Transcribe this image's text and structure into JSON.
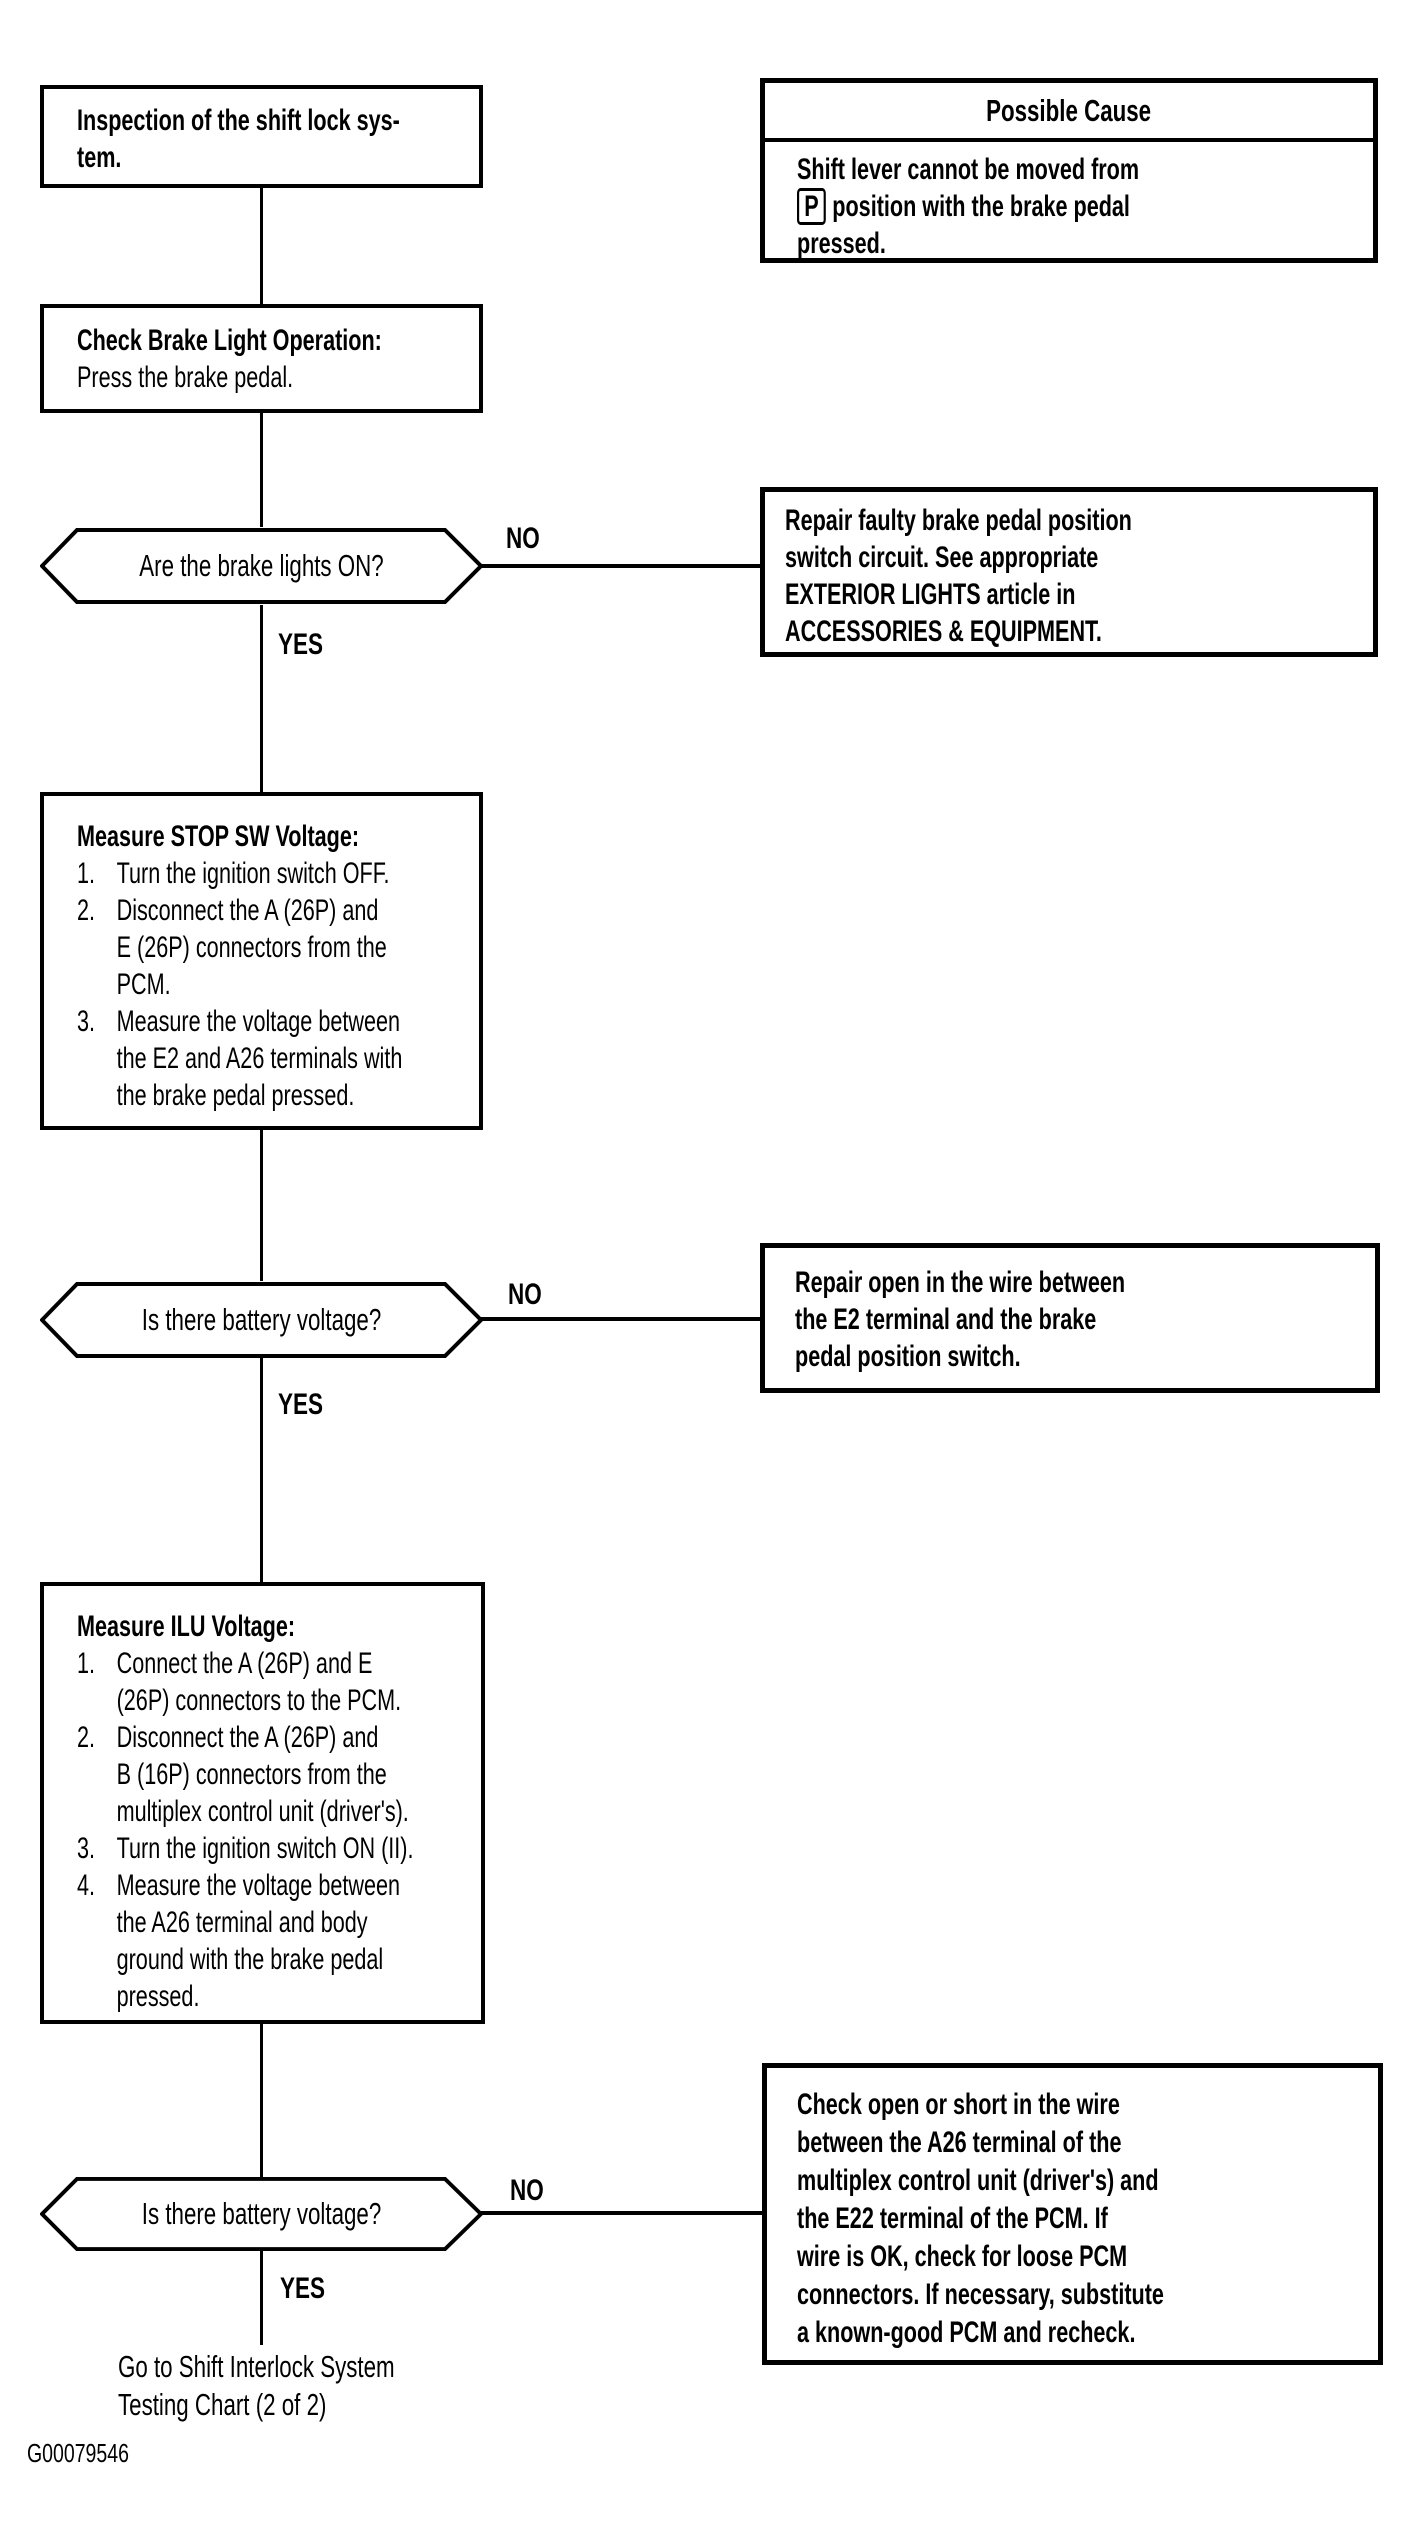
{
  "colors": {
    "ink": "#000000",
    "paper": "#ffffff"
  },
  "figure_id": "G00079546",
  "labels": {
    "no": "NO",
    "yes": "YES"
  },
  "inspection": {
    "lines": [
      "Inspection of the shift lock sys-",
      "tem."
    ]
  },
  "possible_cause": {
    "title": "Possible Cause",
    "line1": "Shift lever cannot be moved from",
    "p_symbol": "P",
    "line2_rest": "position with the brake pedal",
    "line3": "pressed."
  },
  "check_brake": {
    "title": "Check Brake Light Operation:",
    "body": "Press the brake pedal."
  },
  "decision1": {
    "question": "Are the brake lights ON?"
  },
  "repair_brake_switch": {
    "lines": [
      "Repair faulty brake pedal position",
      "switch circuit. See appropriate",
      "EXTERIOR LIGHTS article in",
      "ACCESSORIES & EQUIPMENT."
    ]
  },
  "measure_stop_sw": {
    "title": "Measure STOP SW Voltage:",
    "steps": [
      {
        "m": "1.",
        "t": "Turn the ignition switch OFF."
      },
      {
        "m": "2.",
        "t": "Disconnect the A (26P) and"
      },
      {
        "m": "",
        "t": "E (26P) connectors from the"
      },
      {
        "m": "",
        "t": "PCM."
      },
      {
        "m": "3.",
        "t": "Measure the voltage between"
      },
      {
        "m": "",
        "t": "the E2 and A26 terminals with"
      },
      {
        "m": "",
        "t": "the brake pedal pressed."
      }
    ]
  },
  "decision2": {
    "question": "Is there battery voltage?"
  },
  "repair_open_wire": {
    "lines": [
      "Repair open in the wire between",
      "the E2 terminal and the brake",
      "pedal position switch."
    ]
  },
  "measure_ilu": {
    "title": "Measure ILU Voltage:",
    "steps": [
      {
        "m": "1.",
        "t": "Connect the A (26P) and E"
      },
      {
        "m": "",
        "t": "(26P) connectors to the PCM."
      },
      {
        "m": "2.",
        "t": "Disconnect the A (26P) and"
      },
      {
        "m": "",
        "t": "B (16P) connectors from the"
      },
      {
        "m": "",
        "t": "multiplex control unit (driver's)."
      },
      {
        "m": "3.",
        "t": "Turn the ignition switch ON (II)."
      },
      {
        "m": "4.",
        "t": "Measure the voltage between"
      },
      {
        "m": "",
        "t": "the A26 terminal and body"
      },
      {
        "m": "",
        "t": "ground with the brake pedal"
      },
      {
        "m": "",
        "t": "pressed."
      }
    ]
  },
  "decision3": {
    "question": "Is there battery voltage?"
  },
  "check_open_short": {
    "lines": [
      "Check open or short in the wire",
      "between the A26 terminal of the",
      "multiplex control unit (driver's) and",
      "the E22 terminal of the PCM. If",
      "wire is OK, check for loose PCM",
      "connectors. If necessary, substitute",
      "a known-good PCM and recheck."
    ]
  },
  "goto": {
    "lines": [
      "Go to Shift Interlock System",
      "Testing Chart (2 of 2)"
    ]
  }
}
